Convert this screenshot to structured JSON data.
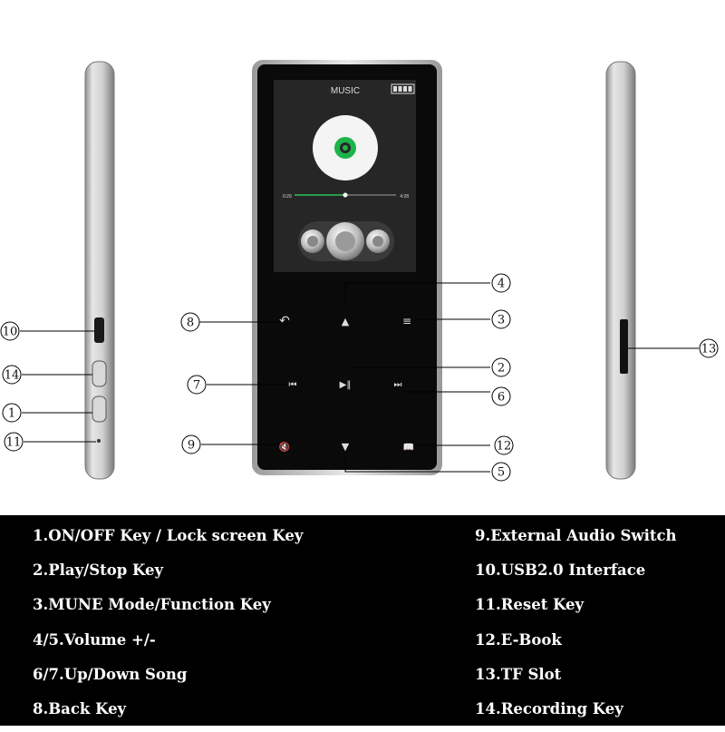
{
  "screen": {
    "title": "MUSIC",
    "time_start": "0:29",
    "time_end": "4:28"
  },
  "callouts": [
    "1",
    "2",
    "3",
    "4",
    "5",
    "6",
    "7",
    "8",
    "9",
    "10",
    "11",
    "12",
    "13",
    "14"
  ],
  "legend": {
    "left": [
      "1.ON/OFF Key / Lock screen Key",
      "2.Play/Stop Key",
      "3.MUNE Mode/Function Key",
      "4/5.Volume +/-",
      "6/7.Up/Down Song",
      "8.Back Key"
    ],
    "right": [
      "9.External Audio Switch",
      "10.USB2.0 Interface",
      "11.Reset Key",
      "12.E-Book",
      "13.TF Slot",
      "14.Recording Key"
    ]
  },
  "colors": {
    "accent_green": "#1db34a",
    "device_silver": "#c8c8c8",
    "device_black": "#0a0a0a",
    "legend_bg": "#000000"
  }
}
